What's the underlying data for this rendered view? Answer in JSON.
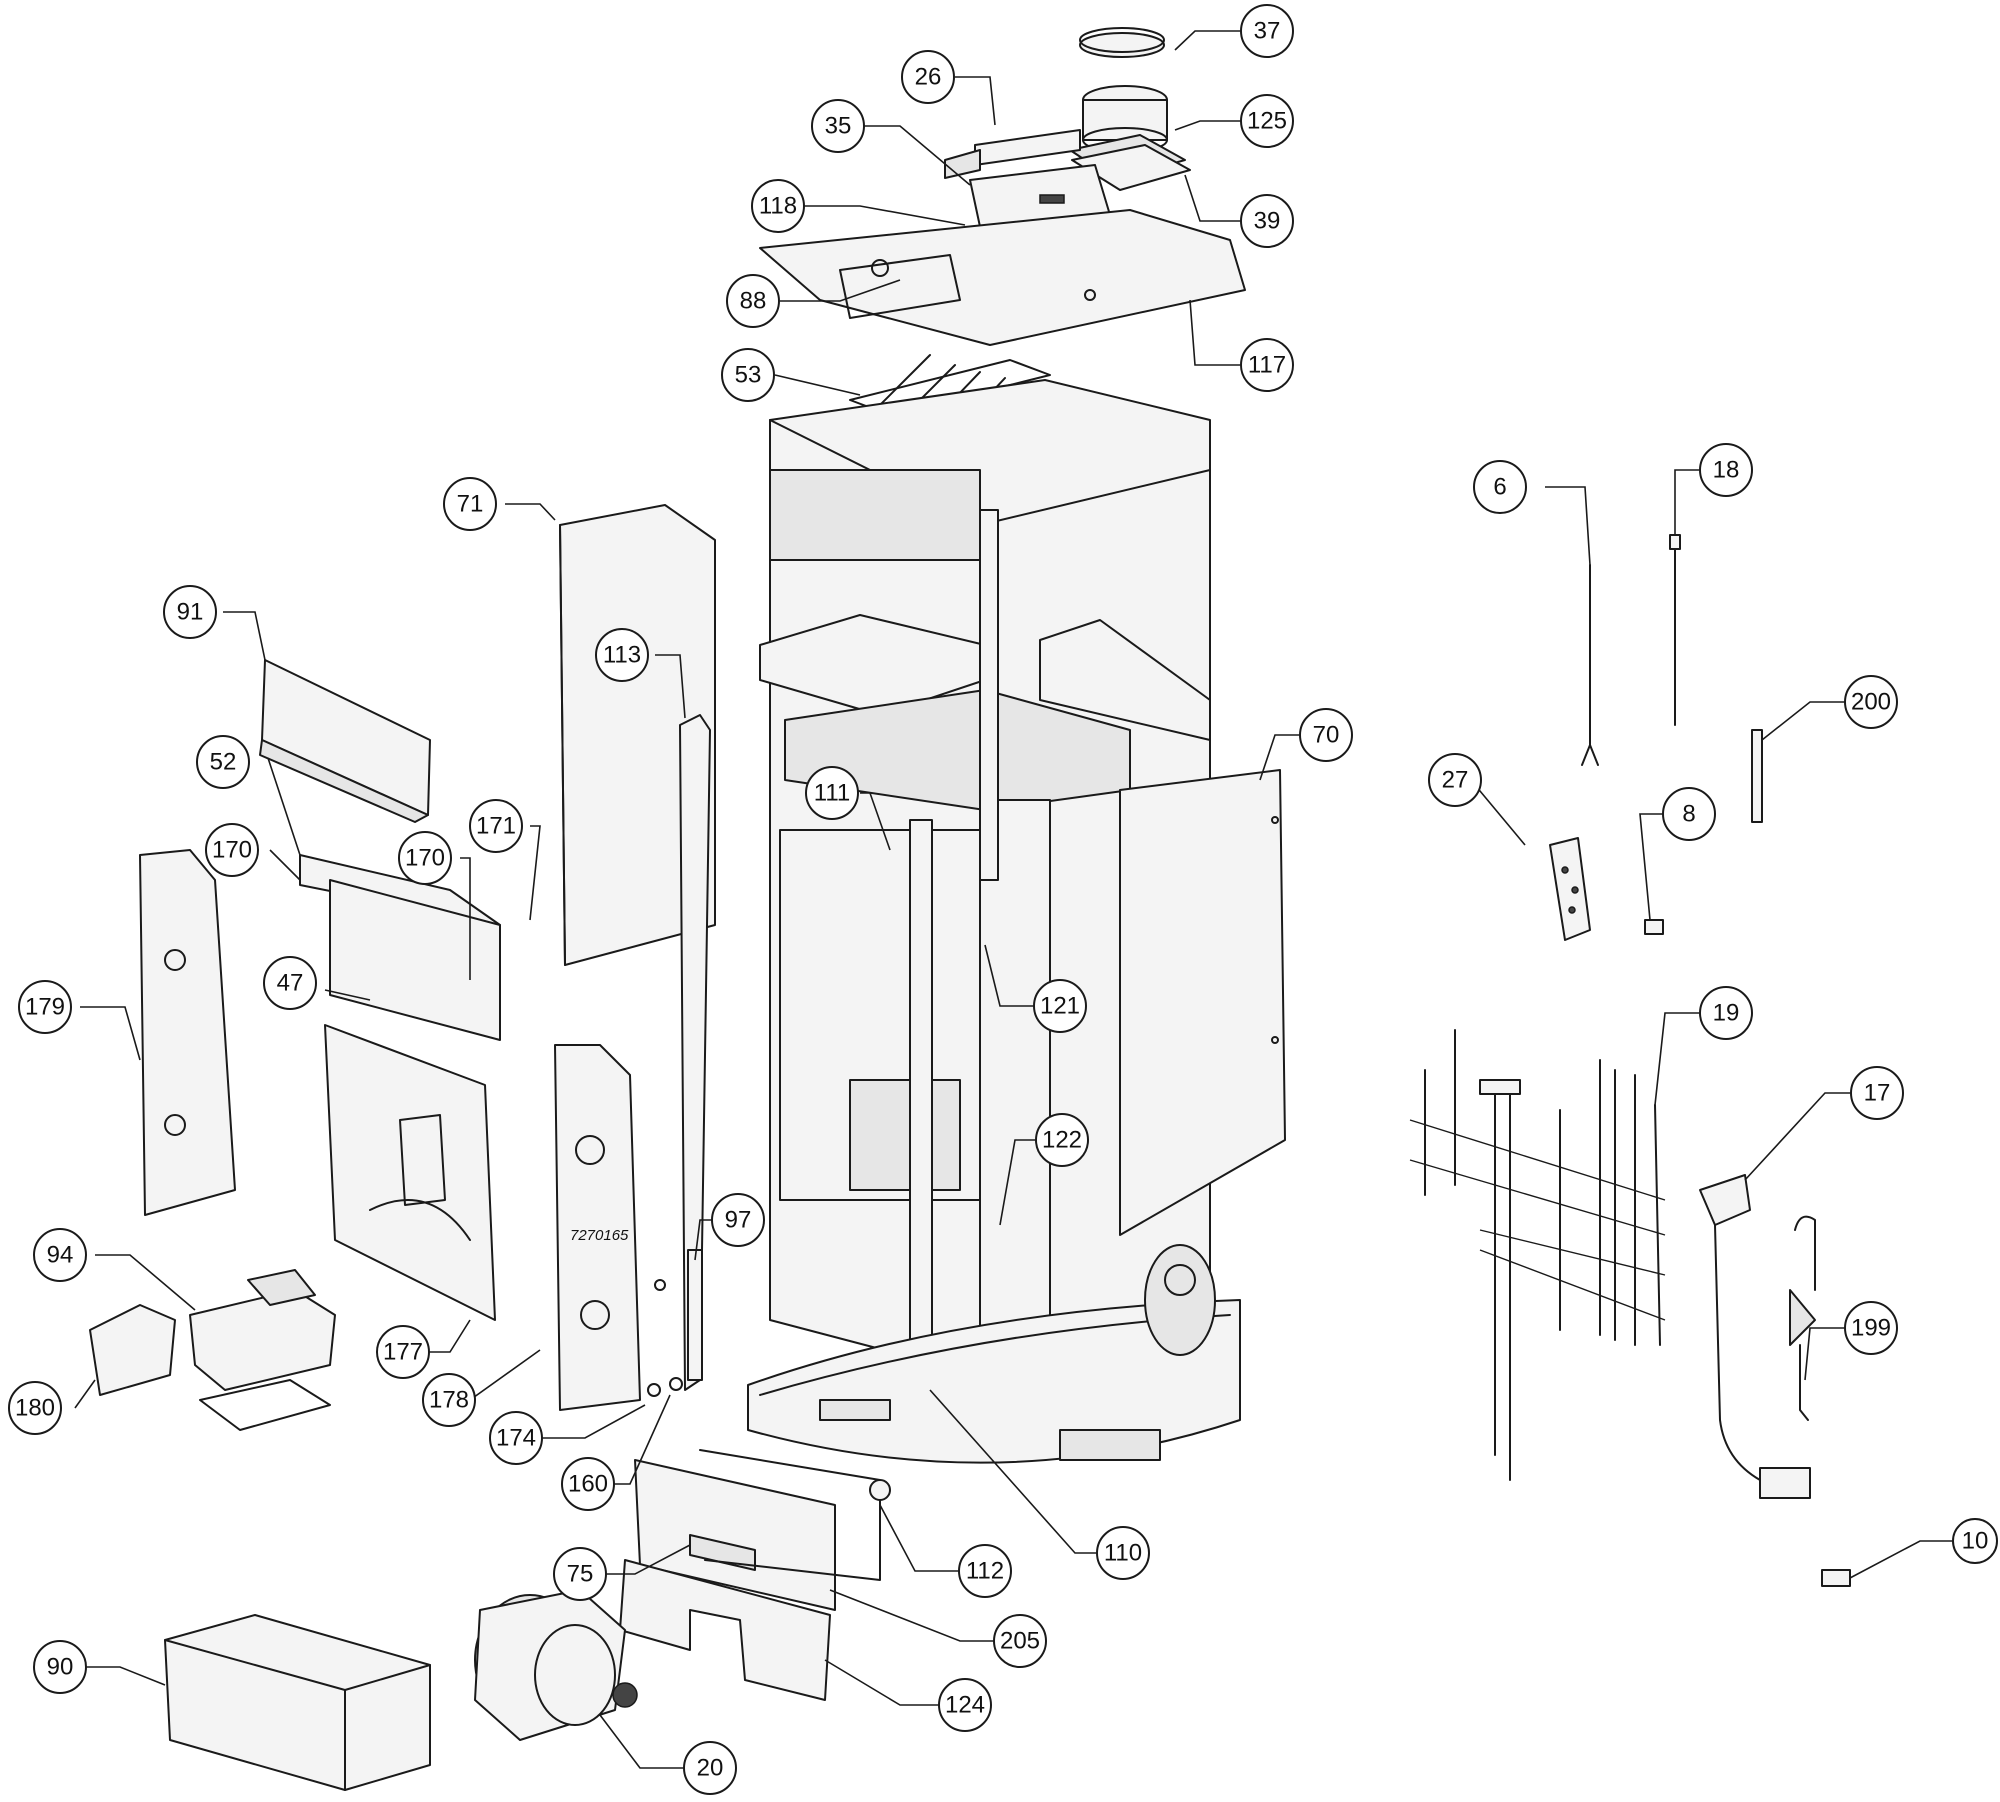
{
  "diagram": {
    "stamp_text": "7270165",
    "callouts": [
      "37",
      "26",
      "125",
      "35",
      "39",
      "118",
      "88",
      "117",
      "53",
      "6",
      "18",
      "71",
      "200",
      "91",
      "113",
      "70",
      "27",
      "8",
      "52",
      "171",
      "111",
      "170",
      "170",
      "47",
      "121",
      "179",
      "19",
      "17",
      "122",
      "97",
      "94",
      "199",
      "180",
      "177",
      "178",
      "174",
      "160",
      "112",
      "110",
      "10",
      "75",
      "205",
      "90",
      "124",
      "20"
    ]
  }
}
